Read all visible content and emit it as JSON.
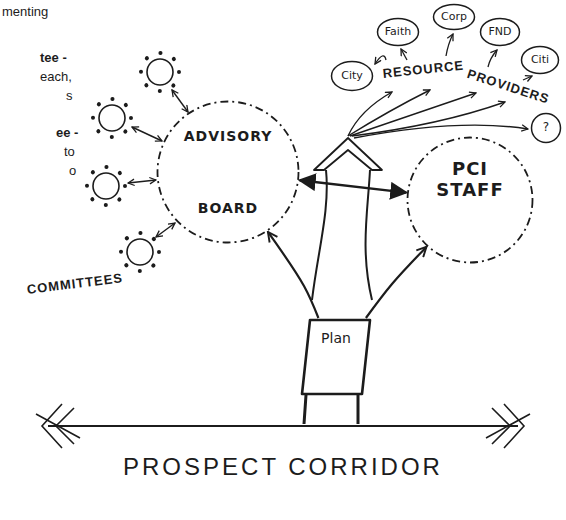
{
  "diagram": {
    "nodes": [
      {
        "text": [
          "City"
        ]
      },
      {
        "text": [
          "Faith"
        ]
      },
      {
        "text": [
          "Corp"
        ]
      },
      {
        "text": [
          "FND"
        ]
      },
      {
        "text": [
          "Citi"
        ]
      },
      {
        "text": [
          "?"
        ]
      },
      {
        "text": [
          "ADVISORY",
          "BOARD"
        ]
      },
      {
        "text": [
          "PCI STAFF"
        ]
      },
      {
        "text": [
          "Plan"
        ]
      }
    ],
    "edges": [
      {
        "from": 8,
        "to": 6,
        "arrow": "to"
      },
      {
        "from": 8,
        "to": 7,
        "arrow": "to"
      },
      {
        "from": 6,
        "to": 7,
        "arrow": "both"
      }
    ],
    "labels": [
      "menting",
      "tee -",
      "each,",
      "s",
      "ee -",
      "to",
      "o",
      "RESOURCE",
      "PROVIDERS",
      "COMMITTEES",
      "PROSPECT CORRIDOR"
    ]
  }
}
